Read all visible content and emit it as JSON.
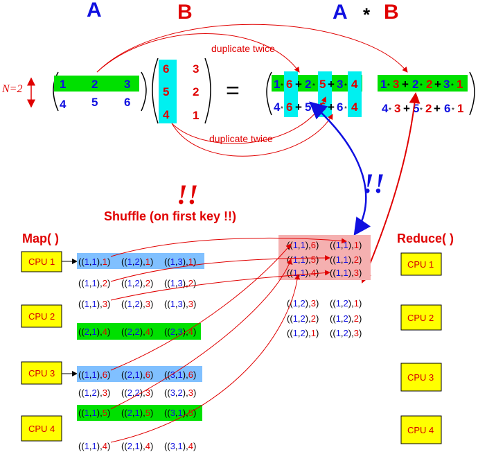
{
  "header": {
    "a": "A",
    "b": "B",
    "ab_a": "A",
    "ab_star": "*",
    "ab_b": "B"
  },
  "n_label": "N=2",
  "matrix_a": [
    [
      "1",
      "2",
      "3"
    ],
    [
      "4",
      "5",
      "6"
    ]
  ],
  "matrix_b": [
    [
      "6",
      "3"
    ],
    [
      "5",
      "2"
    ],
    [
      "4",
      "1"
    ]
  ],
  "equals": "=",
  "dup_top": "duplicate twice",
  "dup_bottom": "duplicate twice",
  "bang_red": "!!",
  "bang_blue": "!!",
  "shuffle": "Shuffle (on first key !!)",
  "map_title": "Map( )",
  "reduce_title": "Reduce( )",
  "cpus": [
    "CPU 1",
    "CPU 2",
    "CPU 3",
    "CPU 4"
  ],
  "colors": {
    "blue": "#1010e0",
    "red": "#e00000",
    "green": "#00e000",
    "cyan": "#00f0f0",
    "lightblue": "#80c0ff",
    "pink": "#f5b0b0",
    "yellow": "#ffff00",
    "black": "#000000"
  },
  "result_cell_1": [
    "1",
    "6",
    "2",
    "5",
    "3",
    "4"
  ],
  "result_cell_2": [
    "4",
    "6",
    "5",
    "5",
    "6",
    "4"
  ],
  "result_cell_3": [
    "1",
    "3",
    "2",
    "2",
    "3",
    "1"
  ],
  "result_cell_4": [
    "4",
    "3",
    "5",
    "2",
    "6",
    "1"
  ],
  "map_rows": [
    [
      "(1,1),1",
      "(1,2),1",
      "(1,3),1"
    ],
    [
      "(1,1),2",
      "(1,2),2",
      "(1,3),2"
    ],
    [
      "(1,1),3",
      "(1,2),3",
      "(1,3),3"
    ],
    [
      "(2,1),4",
      "(2,2),4",
      "(2,3),4"
    ],
    [
      "(1,1),6",
      "(2,1),6",
      "(3,1),6"
    ],
    [
      "(1,2),3",
      "(2,2),3",
      "(3,2),3"
    ],
    [
      "(1,1),5",
      "(2,1),5",
      "(3,1),5"
    ],
    [
      "(1,1),4",
      "(2,1),4",
      "(3,1),4"
    ]
  ],
  "shuffle_left": [
    "(1,1),6",
    "(1,1),5",
    "(1,1),4",
    "(1,2),3",
    "(1,2),2",
    "(1,2),1"
  ],
  "shuffle_right": [
    "(1,1),1",
    "(1,1),2",
    "(1,1),3",
    "(1,2),1",
    "(1,2),2",
    "(1,2),3"
  ]
}
